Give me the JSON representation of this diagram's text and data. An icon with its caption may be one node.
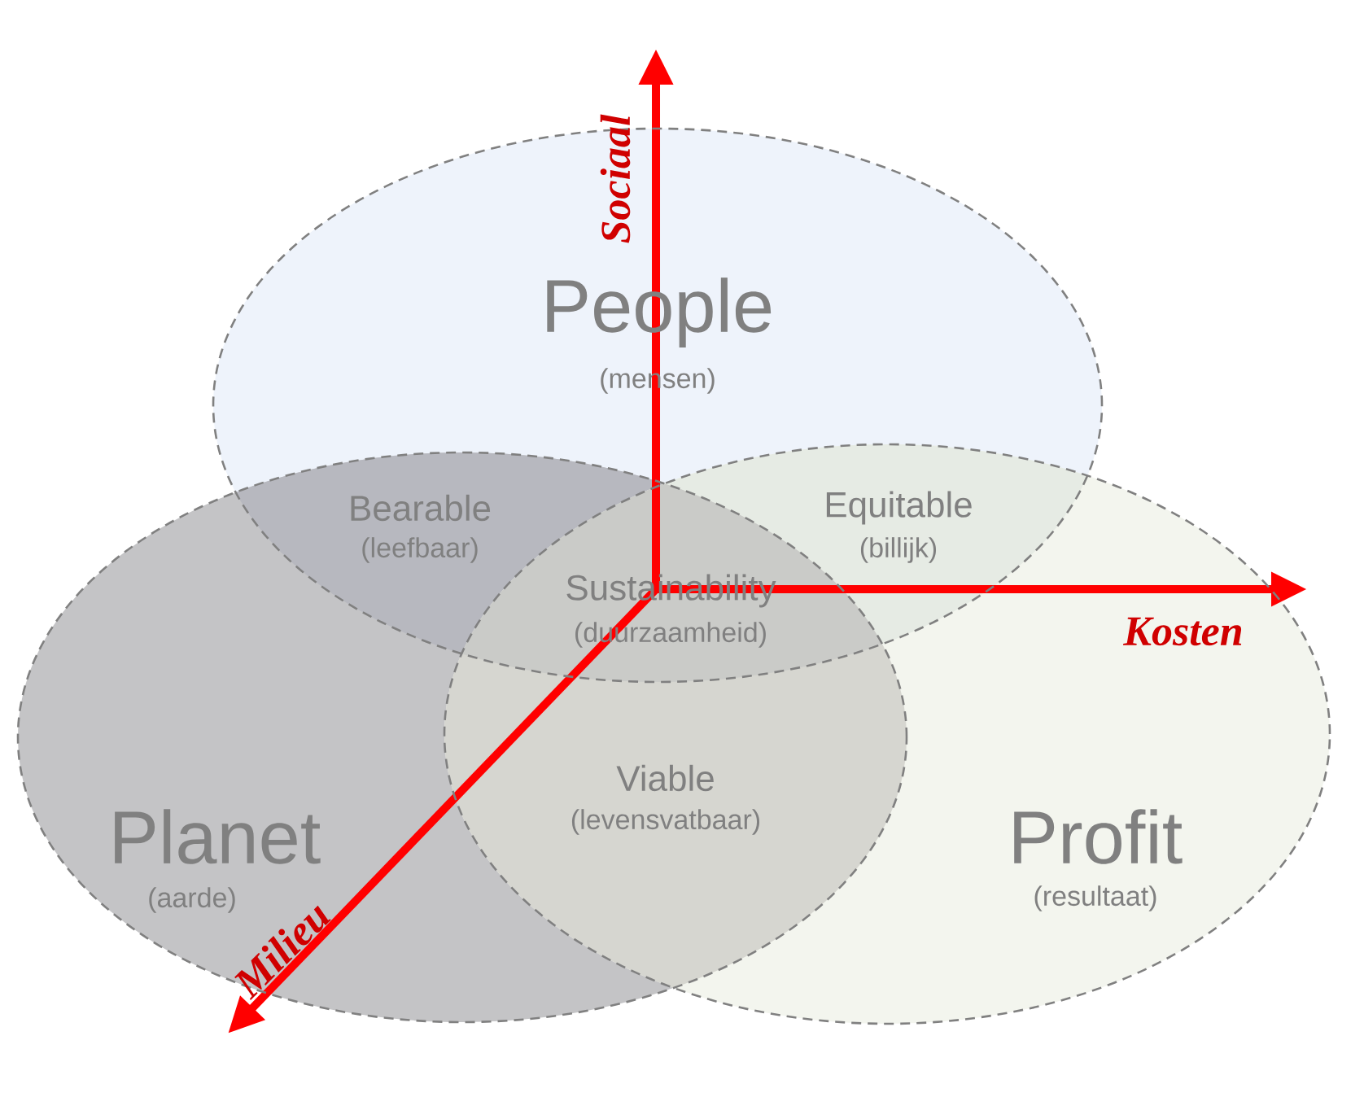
{
  "diagram": {
    "nodes": [
      {
        "text": [
          "People",
          "(mensen)"
        ]
      },
      {
        "text": [
          "Planet",
          "(aarde)"
        ]
      },
      {
        "text": [
          "Profit",
          "(resultaat)"
        ]
      }
    ],
    "labels": [
      "Bearable",
      "(leefbaar)",
      "Equitable",
      "(billijk)",
      "Sustainability",
      "(duurzaamheid)",
      "Viable",
      "(levensvatbaar)",
      "Sociaal",
      "Kosten",
      "Milieu"
    ]
  }
}
